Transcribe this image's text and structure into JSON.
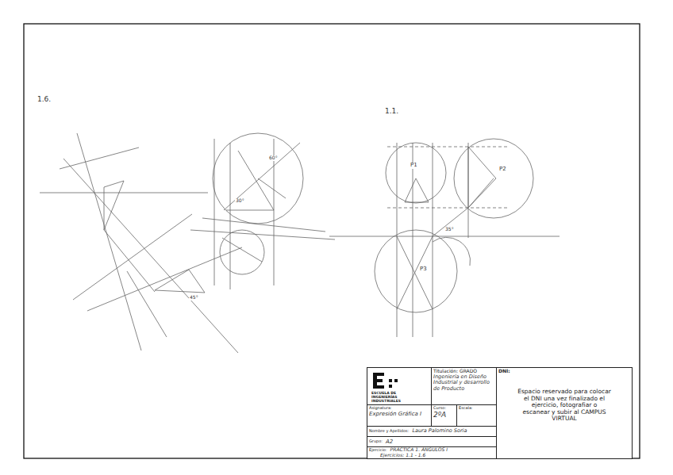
{
  "diagram": {
    "nodes": [
      {
        "text": [
          "ESCUELA DE INGENIERÍAS INDUSTRIALES"
        ]
      },
      {
        "text": [
          "Titulación: GRADO",
          "Ingeniería en Diseño Industrial y desarrollo de Producto"
        ]
      },
      {
        "text": [
          "Asignatura:",
          "Expresión Gráfica I"
        ]
      },
      {
        "text": [
          "Curso:",
          "2ºA"
        ]
      },
      {
        "text": [
          "Escala:"
        ]
      },
      {
        "text": [
          "Nombre y Apellidos:",
          "Laura Palomino Soria"
        ]
      },
      {
        "text": [
          "Grupo:",
          "A2"
        ]
      },
      {
        "text": [
          "Ejercicio:",
          "PRÁCTICA 1. ÁNGULOS I",
          "Ejercicios: 1.1 - 1.6"
        ]
      },
      {
        "text": [
          "DNI:",
          "Espacio reservado para colocar el DNI una vez finalizado el ejercicio, fotografiar o escanear y subir al CAMPUS VIRTUAL"
        ]
      }
    ],
    "labels": [
      "1.6.",
      "1.1.",
      "60°",
      "30°",
      "45°",
      "35°",
      "P1",
      "P2",
      "P3"
    ]
  }
}
